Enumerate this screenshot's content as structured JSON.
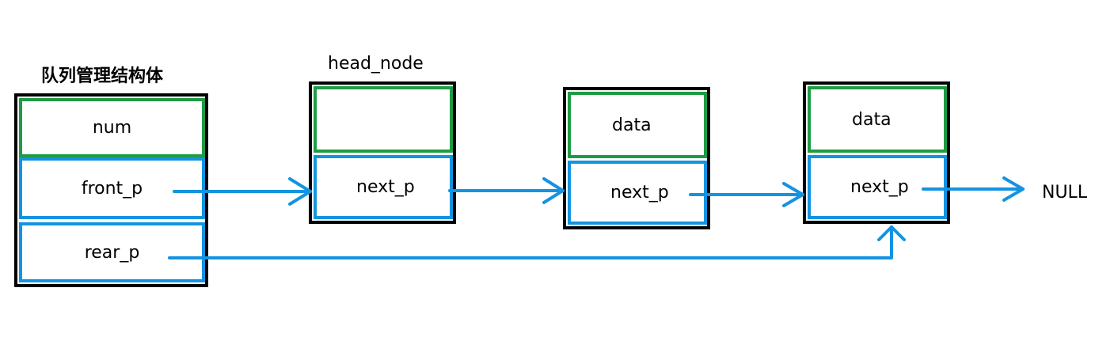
{
  "queue_struct": {
    "title": "队列管理结构体",
    "fields": {
      "num": "num",
      "front": "front_p",
      "rear": "rear_p"
    }
  },
  "head_node": {
    "title": "head_node",
    "next": "next_p"
  },
  "node1": {
    "data": "data",
    "next": "next_p"
  },
  "node2": {
    "data": "data",
    "next": "next_p"
  },
  "terminator": "NULL",
  "colors": {
    "data_border": "#1e9b45",
    "pointer_border": "#1493e0",
    "arrow": "#1493e0",
    "outline": "#000000"
  }
}
